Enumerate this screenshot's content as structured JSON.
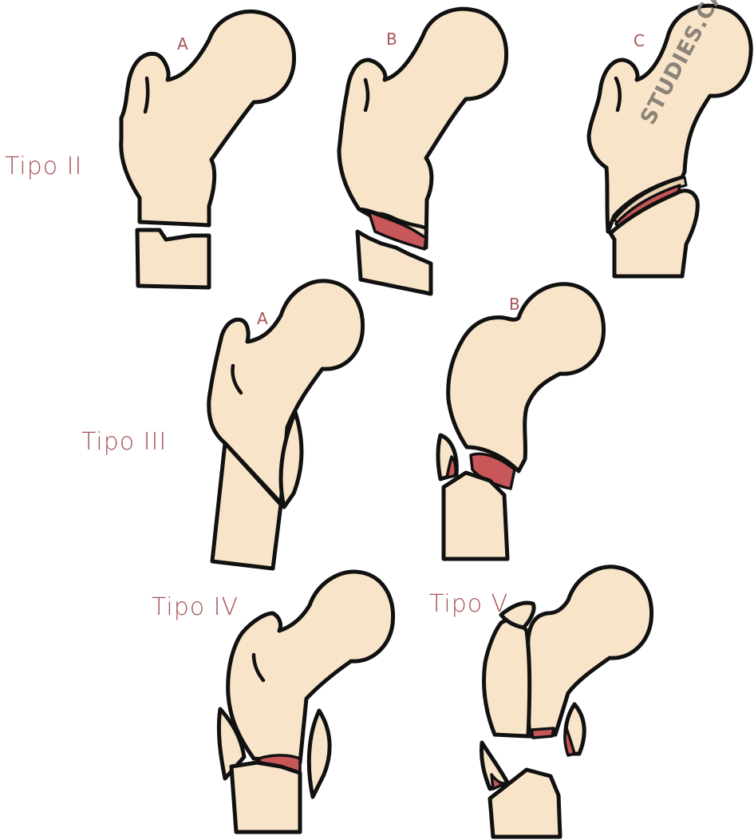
{
  "watermark": "STUDIES.CAH",
  "colors": {
    "bone": "#f8e4c8",
    "fracture": "#c8575a",
    "outline": "#111111",
    "label": "#a85458"
  },
  "labels": {
    "tipo_ii": "Tipo II",
    "tipo_iii": "Tipo III",
    "tipo_iv": "Tipo IV",
    "tipo_v": "Tipo V",
    "ii_a": "A",
    "ii_b": "B",
    "ii_c": "C",
    "iii_a": "A",
    "iii_b": "B"
  }
}
